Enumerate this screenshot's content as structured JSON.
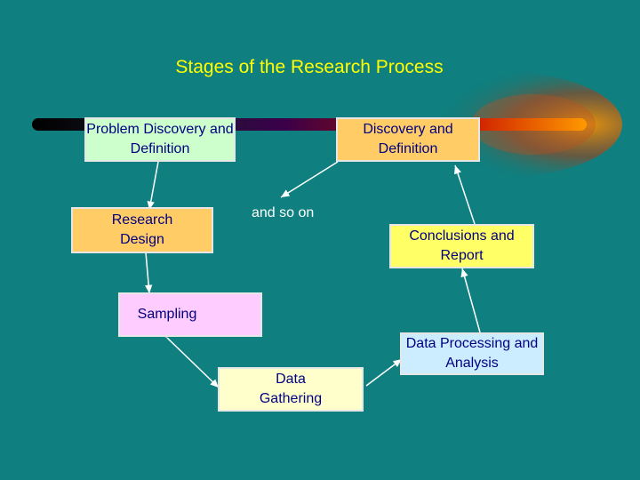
{
  "title": "Stages of the Research Process",
  "stages": {
    "problem_discovery": "Problem Discovery and Definition",
    "discovery_definition": "Discovery and Definition",
    "research_design": "Research Design",
    "and_so_on": "and so on",
    "conclusions": "Conclusions and Report",
    "sampling": "Sampling",
    "data_processing": "Data Processing and Analysis",
    "data_gathering": "Data Gathering"
  },
  "colors": {
    "background": "#0f7f7f",
    "title": "#ffff00",
    "box_text": "#000080",
    "green_box": "#ccffcc",
    "orange_box": "#ffcc66",
    "yellow_box": "#ffff66",
    "pink_box": "#ffccff",
    "cream_box": "#ffffcc",
    "blue_box": "#ccecff"
  }
}
